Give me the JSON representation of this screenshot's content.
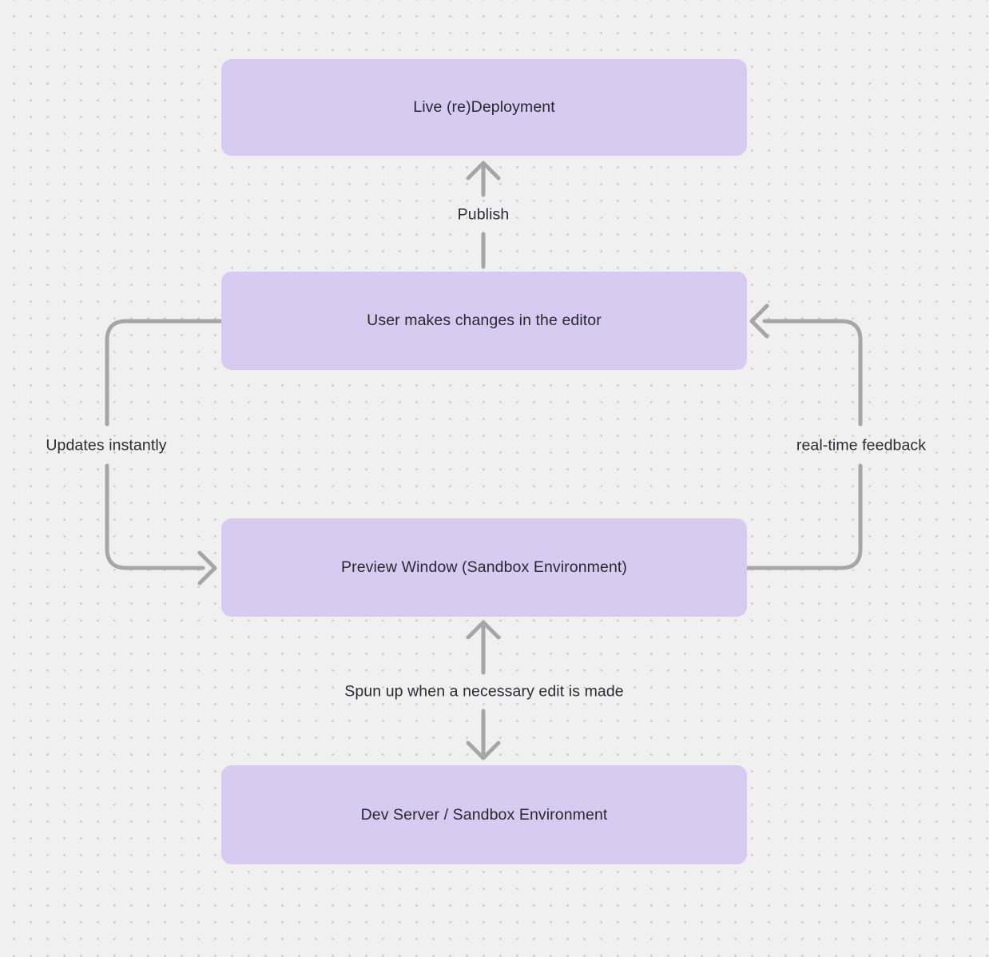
{
  "diagram": {
    "type": "flowchart",
    "colors": {
      "background": "#f1f0f0",
      "grid_dot": "#c6c5c5",
      "node_fill": "#d7cbf2",
      "node_text": "#29282f",
      "arrow_stroke": "#a7a6a6",
      "edge_label_text": "#2c2b31"
    },
    "nodes": [
      {
        "id": "live-redeployment",
        "label": "Live (re)Deployment"
      },
      {
        "id": "user-editor",
        "label": "User makes changes in the editor"
      },
      {
        "id": "preview-window",
        "label": "Preview Window (Sandbox Environment)"
      },
      {
        "id": "dev-server",
        "label": "Dev Server / Sandbox Environment"
      }
    ],
    "edges": [
      {
        "id": "publish",
        "label": "Publish",
        "from": "user-editor",
        "to": "live-redeployment",
        "direction": "up"
      },
      {
        "id": "updates-instantly",
        "label": "Updates instantly",
        "from": "user-editor",
        "to": "preview-window",
        "direction": "down-left-side"
      },
      {
        "id": "real-time-feedback",
        "label": "real-time feedback",
        "from": "preview-window",
        "to": "user-editor",
        "direction": "up-right-side"
      },
      {
        "id": "spun-up",
        "label": "Spun up when a necessary edit is made",
        "from": "preview-window",
        "to": "dev-server",
        "direction": "bidirectional"
      }
    ]
  }
}
